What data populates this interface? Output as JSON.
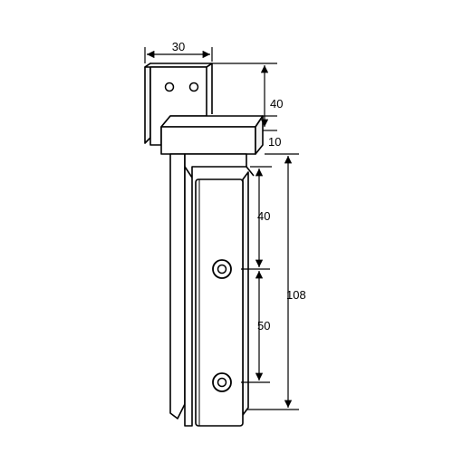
{
  "dimensions": {
    "bracket_width": "30",
    "bracket_height": "40",
    "block_thickness": "10",
    "upper_hole_offset": "40",
    "hole_spacing": "50",
    "total_length": "108"
  },
  "colors": {
    "line": "#000000",
    "background": "#ffffff",
    "shade": "#f2f2f2"
  }
}
